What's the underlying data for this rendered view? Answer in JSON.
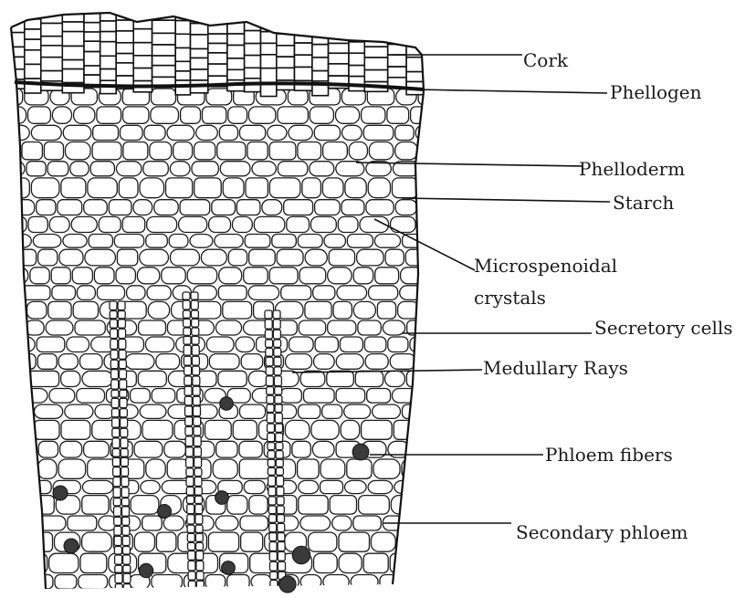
{
  "labels": [
    {
      "key": "cork",
      "text": "Cork"
    },
    {
      "key": "phellogen",
      "text": "Phellogen"
    },
    {
      "key": "phelloderm",
      "text": "Phelloderm"
    },
    {
      "key": "starch",
      "text": "Starch"
    },
    {
      "key": "microspenoidal_1",
      "text": "Microspenoidal"
    },
    {
      "key": "microspenoidal_2",
      "text": "crystals"
    },
    {
      "key": "secretory",
      "text": "Secretory cells"
    },
    {
      "key": "medullary",
      "text": "Medullary Rays"
    },
    {
      "key": "phloem_fibers",
      "text": "Phloem fibers"
    },
    {
      "key": "secondary_phloem",
      "text": "Secondary phloem"
    }
  ]
}
